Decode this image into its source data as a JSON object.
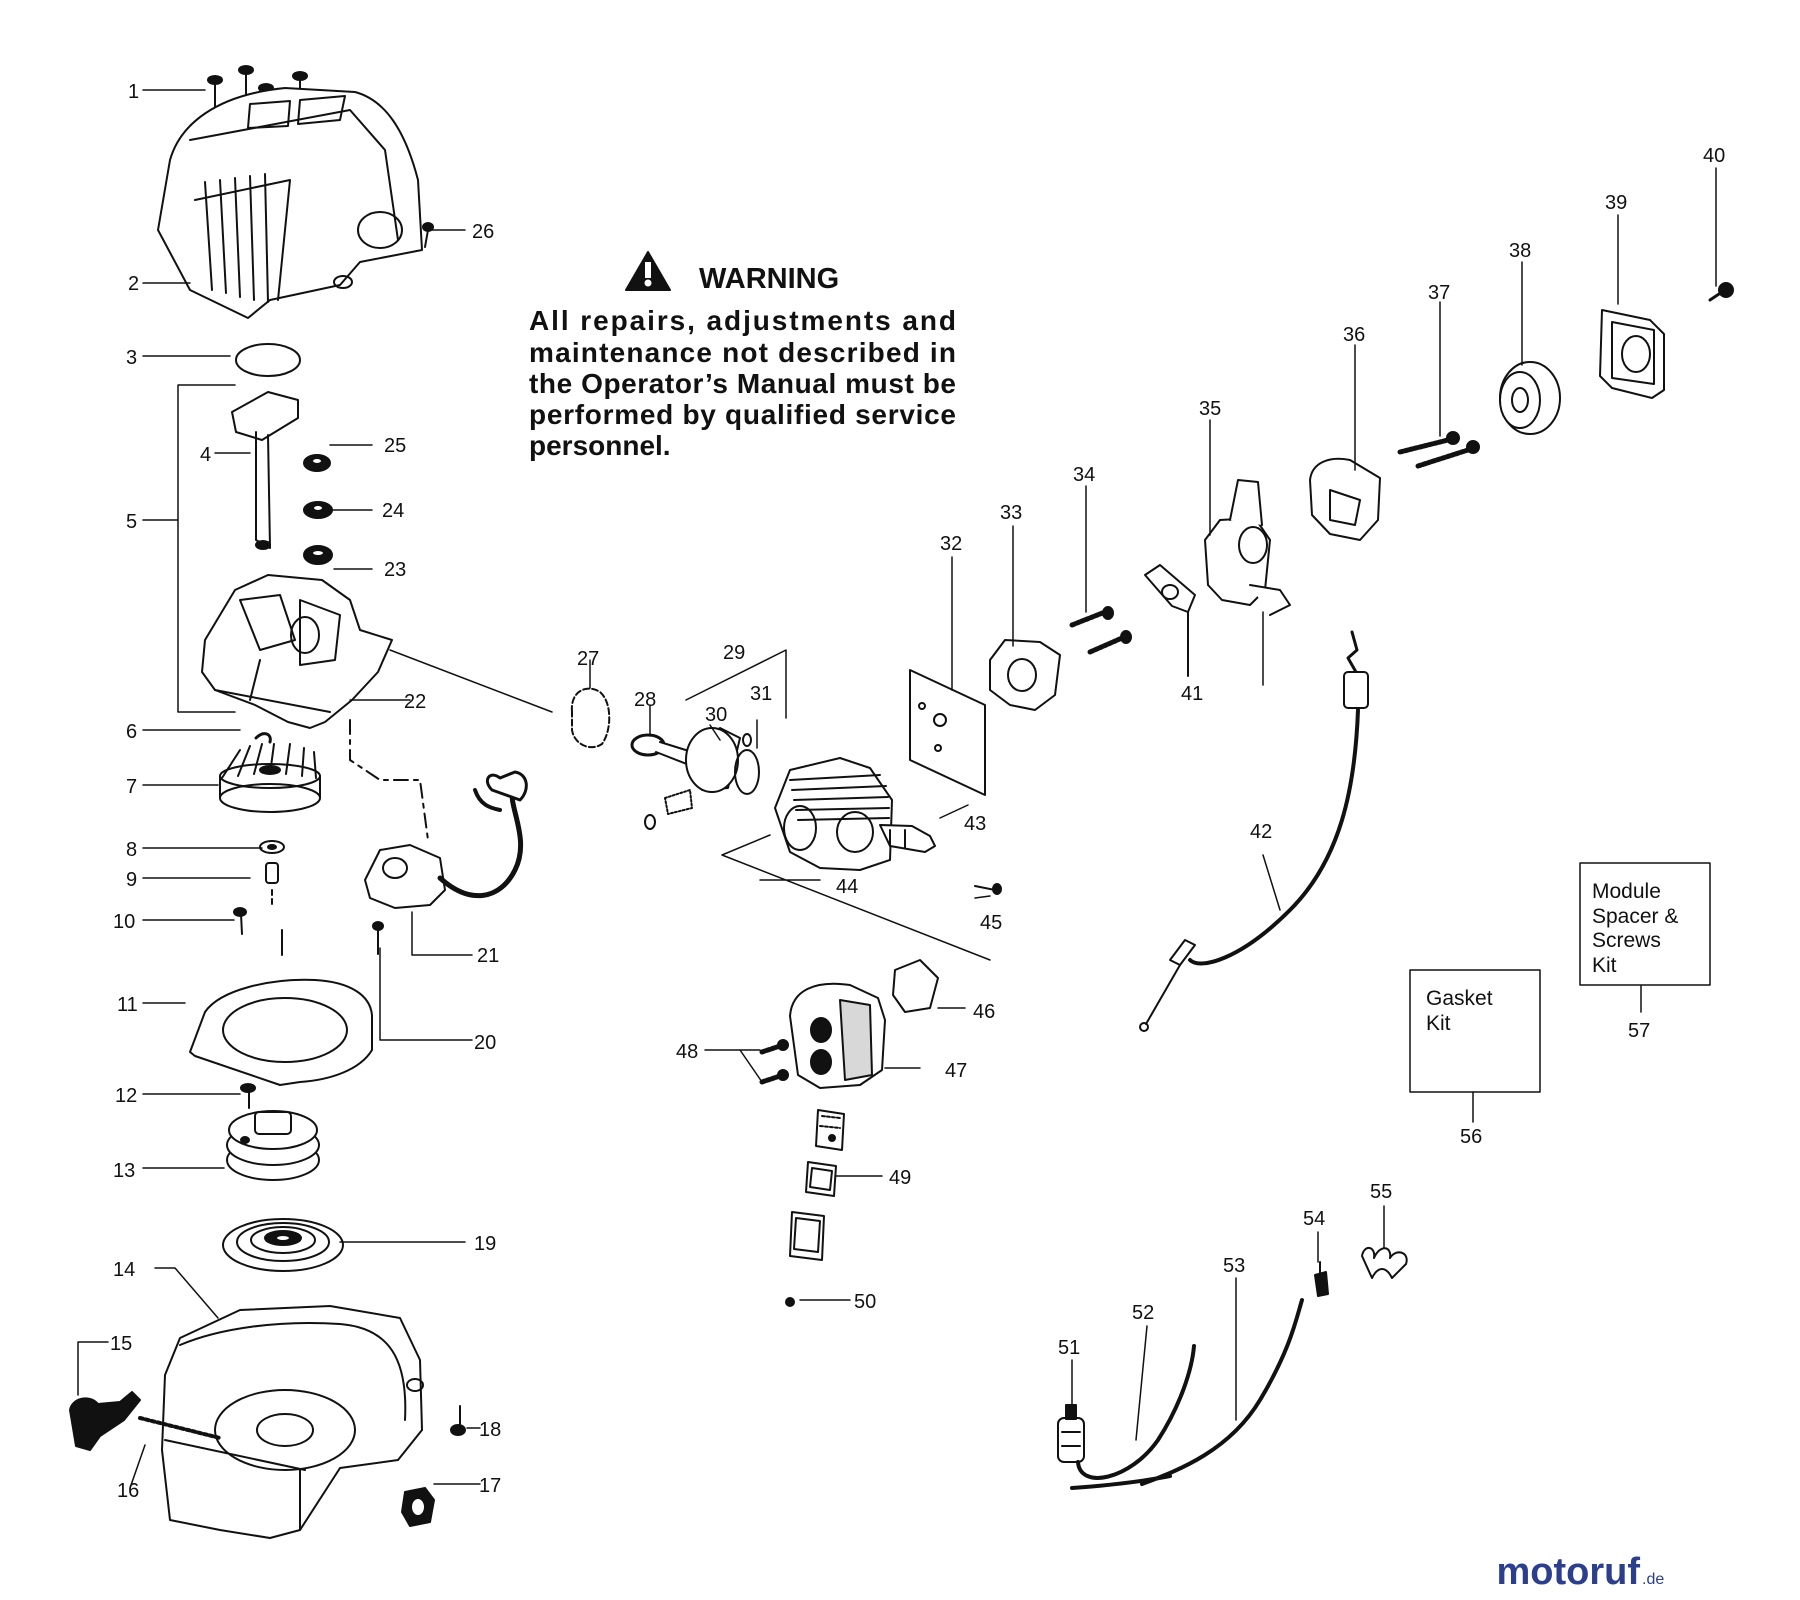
{
  "warning": {
    "title": "WARNING",
    "lines": [
      "All repairs, adjustments and",
      "maintenance not described in",
      "the Operator’s Manual must be",
      "performed by qualified service",
      "personnel."
    ]
  },
  "callouts": [
    "1",
    "2",
    "3",
    "4",
    "5",
    "6",
    "7",
    "8",
    "9",
    "10",
    "11",
    "12",
    "13",
    "14",
    "15",
    "16",
    "17",
    "18",
    "19",
    "20",
    "21",
    "22",
    "23",
    "24",
    "25",
    "26",
    "27",
    "28",
    "29",
    "30",
    "31",
    "32",
    "33",
    "34",
    "35",
    "36",
    "37",
    "38",
    "39",
    "40",
    "41",
    "42",
    "43",
    "44",
    "45",
    "46",
    "47",
    "48",
    "49",
    "50",
    "51",
    "52",
    "53",
    "54",
    "55",
    "56",
    "57"
  ],
  "kits": {
    "gasket": {
      "lines": [
        "Gasket",
        "Kit"
      ]
    },
    "module": {
      "lines": [
        "Module",
        "Spacer &",
        "Screws",
        "Kit"
      ]
    }
  },
  "watermark": {
    "brand": "motoruf",
    "tld": ".de",
    "brand_color": "#2b3f8c",
    "accent_color": "#d8322a"
  },
  "colors": {
    "ink": "#111111",
    "paper": "#ffffff",
    "shade": "#cfcfcf"
  }
}
